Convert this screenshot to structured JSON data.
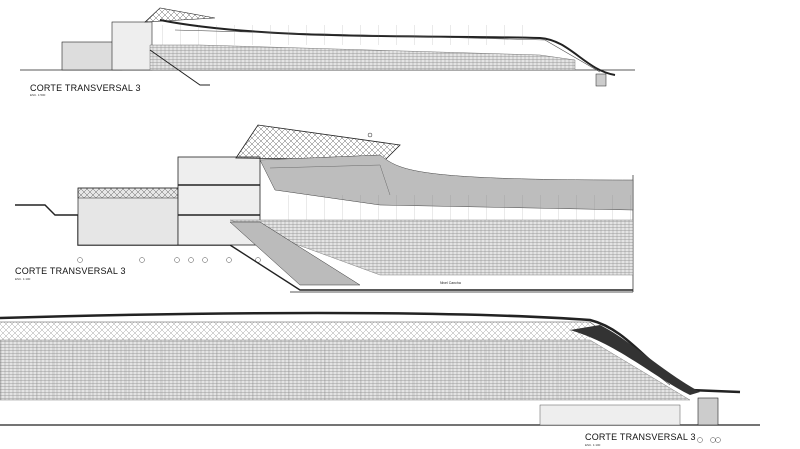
{
  "sections": [
    {
      "title": "CORTE TRANSVERSAL 3",
      "scale_note": "ESC. 1:500"
    },
    {
      "title": "CORTE TRANSVERSAL 3",
      "scale_note": "ESC. 1:100",
      "field_label": "Nivel Cancha"
    },
    {
      "title": "CORTE TRANSVERSAL 3",
      "scale_note": "ESC. 1:100"
    }
  ],
  "colors": {
    "line": "#222222",
    "stand": "#bdbdbd",
    "roof": "#333333"
  }
}
